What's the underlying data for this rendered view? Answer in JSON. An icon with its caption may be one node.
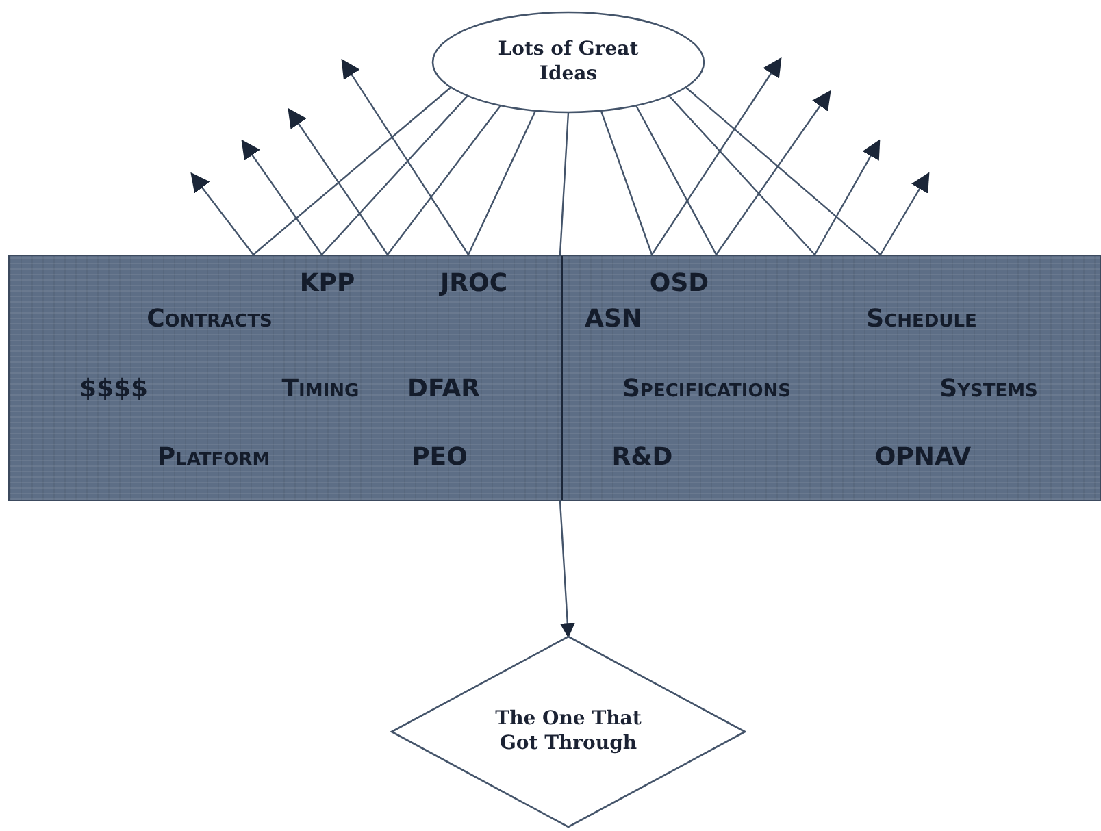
{
  "diagram": {
    "nodes": [
      {
        "text": [
          "Lots of Great Ideas"
        ]
      },
      {
        "text": [
          "KPP",
          "JROC",
          "OSD",
          "Contracts",
          "ASN",
          "Schedule",
          "$$$$",
          "Timing",
          "DFAR",
          "Specifications",
          "Systems",
          "Platform",
          "PEO",
          "R&D",
          "OPNAV"
        ]
      },
      {
        "text": [
          "The One That Got Through"
        ]
      }
    ],
    "edges": [
      {
        "from": 0,
        "to": 1,
        "arrow": "none"
      },
      {
        "from": 0,
        "to": 1,
        "arrow": "none"
      },
      {
        "from": 0,
        "to": 1,
        "arrow": "none"
      },
      {
        "from": 0,
        "to": 1,
        "arrow": "none"
      },
      {
        "from": 0,
        "to": 1,
        "arrow": "none"
      },
      {
        "from": 0,
        "to": 1,
        "arrow": "none"
      },
      {
        "from": 0,
        "to": 1,
        "arrow": "none"
      },
      {
        "from": 0,
        "to": 1,
        "arrow": "none"
      },
      {
        "from": 1,
        "to": null,
        "arrow": "to"
      },
      {
        "from": 1,
        "to": null,
        "arrow": "to"
      },
      {
        "from": 1,
        "to": null,
        "arrow": "to"
      },
      {
        "from": 1,
        "to": null,
        "arrow": "to"
      },
      {
        "from": 1,
        "to": null,
        "arrow": "to"
      },
      {
        "from": 1,
        "to": null,
        "arrow": "to"
      },
      {
        "from": 1,
        "to": null,
        "arrow": "to"
      },
      {
        "from": 1,
        "to": null,
        "arrow": "to"
      },
      {
        "from": 0,
        "to": 1,
        "arrow": "none"
      },
      {
        "from": 1,
        "to": 2,
        "arrow": "to"
      }
    ]
  }
}
